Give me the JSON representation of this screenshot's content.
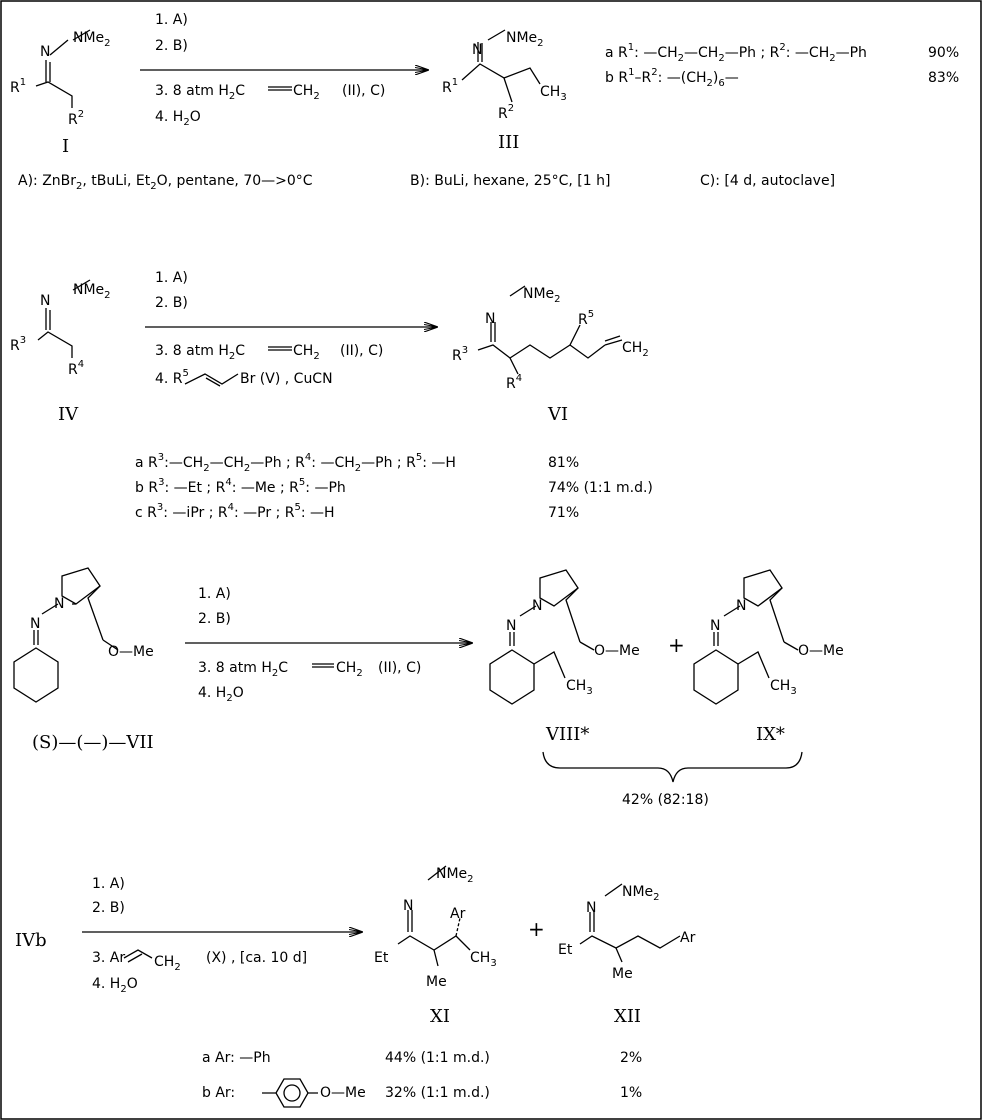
{
  "s1": {
    "reactant": {
      "nme2": "NMe",
      "r1": "R",
      "r2": "R",
      "label": "I"
    },
    "conditions": [
      "1. A)",
      "2. B)",
      "3. 8 atm",
      "(II), C)",
      "4. H",
      "O"
    ],
    "product": {
      "nme2": "NMe",
      "r1": "R",
      "r2": "R",
      "ch3": "CH",
      "label": "III"
    },
    "yields": [
      {
        "letter": "a",
        "text_a": "R",
        "text_b": ": —CH",
        "text_c": "—CH",
        "text_d": "—Ph ; R",
        "text_e": ": —CH",
        "text_f": "—Ph",
        "yield": "90%"
      },
      {
        "letter": "b",
        "text_a": "R",
        "text_b": "–R",
        "text_c": ": —(CH",
        "text_d": ")",
        "text_e": "—",
        "yield": "83%"
      }
    ],
    "defs": {
      "a": "A): ZnBr",
      "a2": ", tBuLi, Et",
      "a3": "O, pentane, 70—>0°C",
      "b": "B): BuLi, hexane, 25°C, [1 h]",
      "c": "C): [4 d, autoclave]"
    }
  },
  "s2": {
    "reactant": {
      "nme2": "NMe",
      "r3": "R",
      "r4": "R",
      "label": "IV"
    },
    "conditions": [
      "1. A)",
      "2. B)",
      "3. 8 atm",
      "(II), C)",
      "4. R",
      "Br (V) , CuCN"
    ],
    "product": {
      "nme2": "NMe",
      "r3": "R",
      "r4": "R",
      "r5": "R",
      "ch2": "CH",
      "label": "VI"
    },
    "rows": [
      {
        "letter": "a",
        "s": "R",
        "r3": ":—CH",
        "r3b": "—CH",
        "r3c": "—Ph ; R",
        "r4": ": —CH",
        "r4b": "—Ph ; R",
        "r5": ": —H",
        "yield": "81%"
      },
      {
        "letter": "b",
        "s": "R",
        "r3": ": —Et ; R",
        "r4": ": —Me ; R",
        "r5": ": —Ph",
        "yield": "74% (1:1 m.d.)"
      },
      {
        "letter": "c",
        "s": "R",
        "r3": ": —iPr ; R",
        "r4": ": —Pr ; R",
        "r5": ": —H",
        "yield": "71%"
      }
    ]
  },
  "s3": {
    "reactant": {
      "omel": "O—Me",
      "n1": "N",
      "n2": "N",
      "label": "(S)—(—)—VII"
    },
    "conditions": [
      "1. A)",
      "2. B)",
      "3. 8 atm",
      "(II), C)",
      "4. H",
      "O"
    ],
    "p1": {
      "ome": "O—Me",
      "n1": "N",
      "n2": "N",
      "ch3": "CH",
      "label": "VIII*"
    },
    "plus": "+",
    "p2": {
      "ome": "O—Me",
      "n1": "N",
      "n2": "N",
      "ch3": "CH",
      "label": "IX*"
    },
    "yield": "42% (82:18)"
  },
  "s4": {
    "reactant_label": "IVb",
    "conditions": [
      "1. A)",
      "2. B)",
      "3. Ar",
      "CH",
      "(X) , [ca. 10 d]",
      "4. H",
      "O"
    ],
    "p1": {
      "nme2": "NMe",
      "et": "Et",
      "ar": "Ar",
      "me": "Me",
      "ch3": "CH",
      "label": "XI"
    },
    "plus": "+",
    "p2": {
      "nme2": "NMe",
      "et": "Et",
      "me": "Me",
      "ar": "Ar",
      "label": "XII"
    },
    "rows": [
      {
        "letter": "a",
        "ar": "Ar: —Ph",
        "y1": "44% (1:1 m.d.)",
        "y2": "2%"
      },
      {
        "letter": "b",
        "ar": "Ar:",
        "ome": "O—Me",
        "y1": "32% (1:1 m.d.)",
        "y2": "1%"
      }
    ]
  },
  "common": {
    "n": "N",
    "sub2": "2",
    "sub3": "3",
    "sub6": "6",
    "s1": "1",
    "s2": "2",
    "s3": "3",
    "s4": "4",
    "s5": "5",
    "h2": "H",
    "c": "C",
    "eq": "CH"
  }
}
